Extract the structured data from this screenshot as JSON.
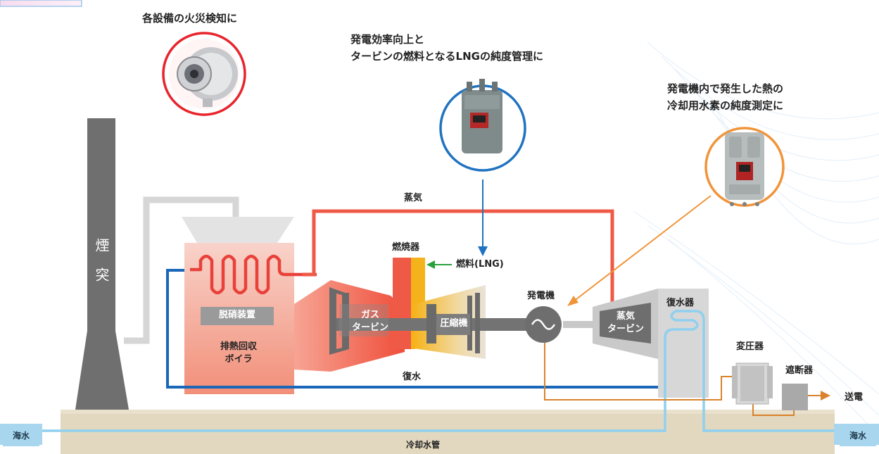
{
  "captions": {
    "fire": "各設備の火災検知に",
    "lng_line1": "発電効率向上と",
    "lng_line2": "タービンの燃料となるLNGの純度管理に",
    "hydrogen_line1": "発電機内で発生した熱の",
    "hydrogen_line2": "冷却用水素の純度測定に"
  },
  "labels": {
    "chimney": "煙突",
    "steam": "蒸気",
    "combustor": "燃焼器",
    "fuel": "燃料(LNG)",
    "denitration": "脱硝装置",
    "boiler_line1": "排熱回収",
    "boiler_line2": "ボイラ",
    "gas_turbine_line1": "ガス",
    "gas_turbine_line2": "タービン",
    "compressor": "圧縮機",
    "generator": "発電機",
    "steam_turbine_line1": "蒸気",
    "steam_turbine_line2": "タービン",
    "condenser": "復水器",
    "transformer": "変圧器",
    "breaker": "遮断器",
    "transmission": "送電",
    "condensate": "復水",
    "seawater_left": "海水",
    "seawater_right": "海水",
    "cooling_pipe": "冷却水管"
  },
  "colors": {
    "steam_line": "#ef5a46",
    "condensate_line": "#1a66b8",
    "cooling_line": "#8fd0ef",
    "exhaust_line": "#d6d6d6",
    "fire_detector_ring": "#e8242c",
    "lng_analyzer_ring": "#1f73c0",
    "hydrogen_analyzer_ring": "#f0943a",
    "ground": "#e2d8bf",
    "chimney": "#6f6f6f"
  },
  "icons": {
    "fire_detector": "flame-detector-icon",
    "lng_analyzer": "gas-analyzer-icon",
    "hydrogen_analyzer": "hydrogen-analyzer-icon",
    "generator": "ac-sine-wave-icon"
  }
}
